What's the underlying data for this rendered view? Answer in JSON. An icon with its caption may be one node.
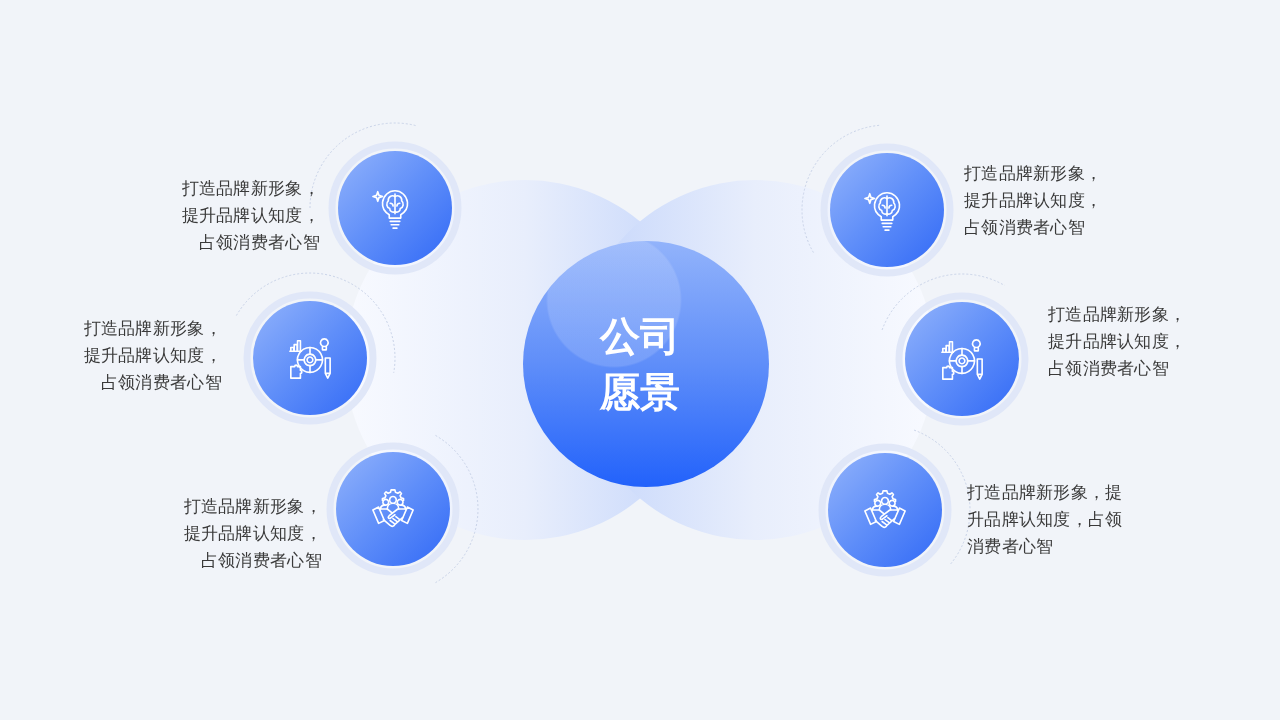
{
  "diagram": {
    "nodes": [
      {
        "text": [
          "公司愿景"
        ]
      },
      {
        "text": [],
        "shape": "circle",
        "beside": [
          "打造品牌新形象，提升品牌认知度，占领消费者心智"
        ]
      },
      {
        "text": [],
        "shape": "circle",
        "beside": [
          "打造品牌新形象，提升品牌认知度，占领消费者心智"
        ]
      },
      {
        "text": [],
        "shape": "circle",
        "beside": [
          "打造品牌新形象，提升品牌认知度，占领消费者心智"
        ]
      },
      {
        "text": [],
        "shape": "circle",
        "beside": [
          "打造品牌新形象，提升品牌认知度，占领消费者心智"
        ]
      },
      {
        "text": [],
        "shape": "circle",
        "beside": [
          "打造品牌新形象，提升品牌认知度，占领消费者心智"
        ]
      },
      {
        "text": [],
        "shape": "circle",
        "beside": [
          "打造品牌新形象，提升品牌认知度，占领消费者心智"
        ]
      }
    ]
  }
}
